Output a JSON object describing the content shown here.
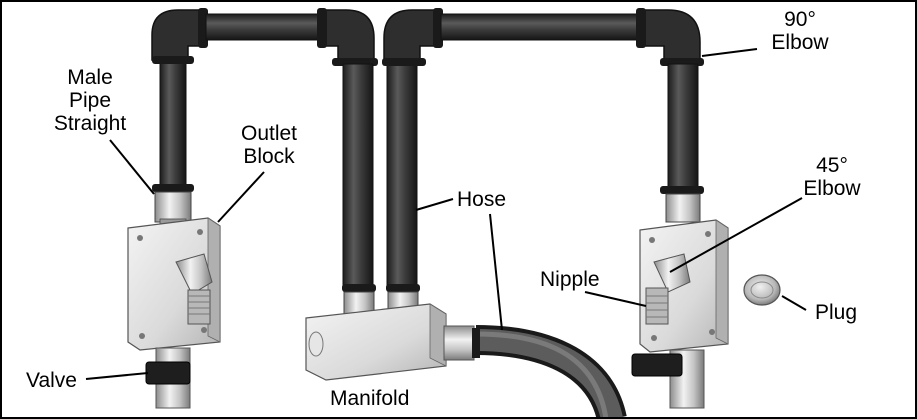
{
  "labels": {
    "male_pipe_straight": [
      "Male",
      "Pipe",
      "Straight"
    ],
    "outlet_block": [
      "Outlet",
      "Block"
    ],
    "hose": "Hose",
    "elbow_90": [
      "90°",
      "Elbow"
    ],
    "elbow_45": [
      "45°",
      "Elbow"
    ],
    "nipple": "Nipple",
    "plug": "Plug",
    "valve": "Valve",
    "manifold": "Manifold"
  },
  "colors": {
    "background": "#ffffff",
    "border": "#000000",
    "tube_dark": "#3a3a3a",
    "fitting_metal": "#c8c8c8",
    "block_metal": "#dcdcdc",
    "hose_dark": "#4a4a4a",
    "lever": "#1e1e1e"
  }
}
